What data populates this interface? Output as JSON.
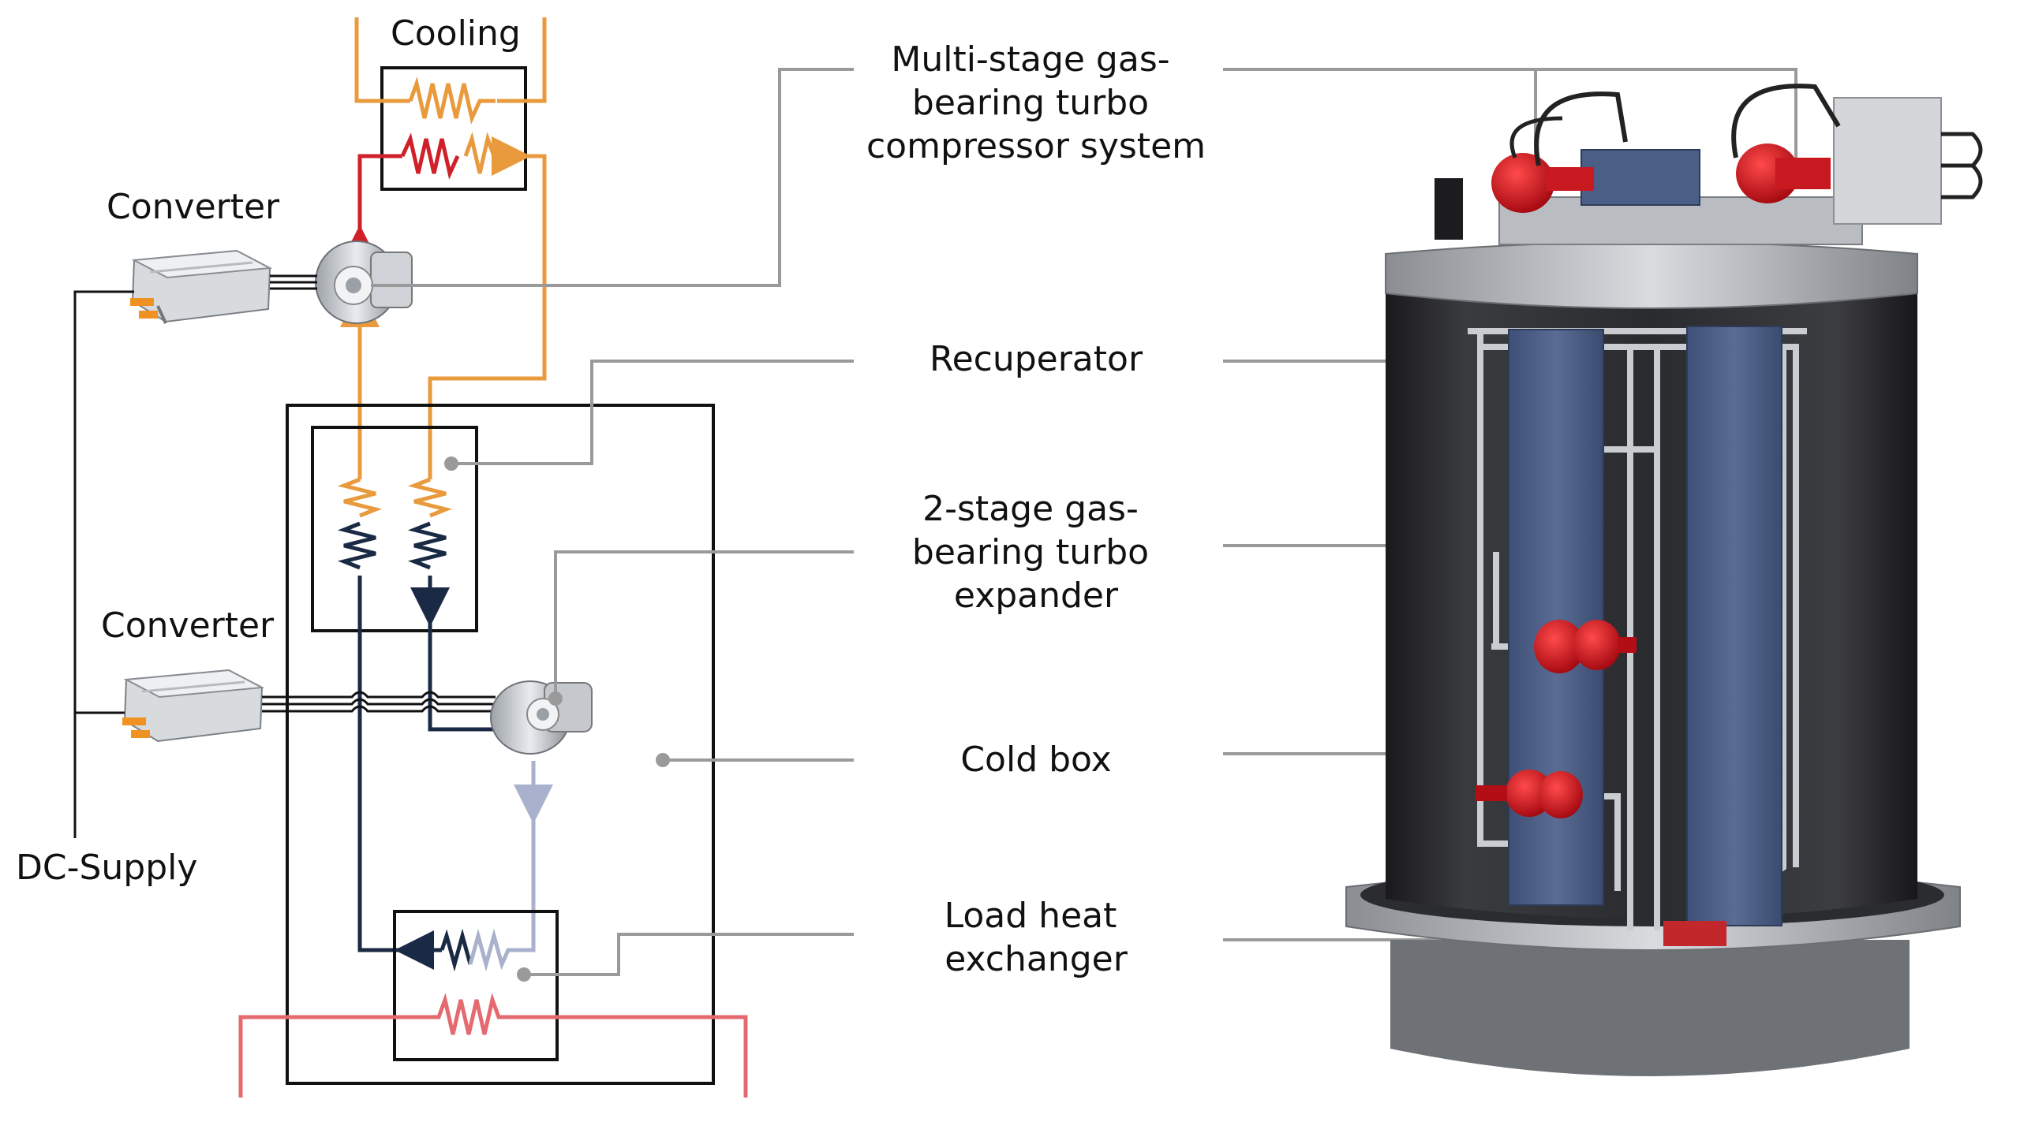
{
  "labels": {
    "cooling": "Cooling",
    "converter_top": "Converter",
    "converter_bottom": "Converter",
    "dc_supply": "DC-Supply"
  },
  "callouts": [
    {
      "lines": [
        "Multi-stage gas-",
        "bearing turbo",
        "compressor system"
      ]
    },
    {
      "lines": [
        "Recuperator"
      ]
    },
    {
      "lines": [
        "2-stage gas-",
        "bearing turbo",
        "expander"
      ]
    },
    {
      "lines": [
        "Cold box"
      ]
    },
    {
      "lines": [
        "Load heat",
        "exchanger"
      ]
    }
  ],
  "colors": {
    "warm_line": "#e89a3c",
    "hot_line": "#d0202a",
    "cold_line": "#1b2a44",
    "cold_return": "#a9b1cc",
    "load_line": "#e46a6f",
    "box": "#111111",
    "leader": "#9a9a9a",
    "dc_wire": "#111111"
  },
  "icons": {
    "converter": "power-converter-icon",
    "compressor": "turbo-compressor-icon",
    "expander": "turbo-expander-icon",
    "cold_box_render": "cryostat-render"
  }
}
